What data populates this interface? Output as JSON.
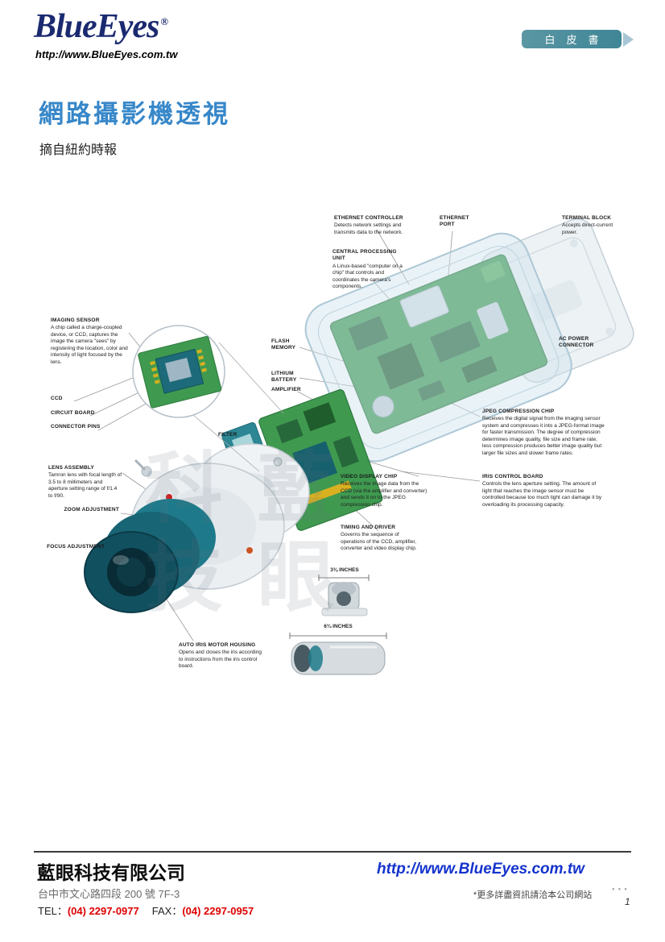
{
  "header": {
    "logo_text": "BlueEyes",
    "trademark_symbol": "®",
    "site_url": "http://www.BlueEyes.com.tw",
    "badge_label": "白皮書"
  },
  "article": {
    "title": "網路攝影機透視",
    "subtitle": "摘自紐約時報",
    "watermark": "藍眼科技"
  },
  "diagram": {
    "annotations": [
      {
        "title": "ETHERNET CONTROLLER",
        "body": "Detects network settings and transmits data to the network."
      },
      {
        "title": "ETHERNET PORT",
        "body": ""
      },
      {
        "title": "TERMINAL BLOCK",
        "body": "Accepts direct-current power."
      },
      {
        "title": "CENTRAL PROCESSING UNIT",
        "body": "A Linux-based \"computer on a chip\" that controls and coordinates the camera's components."
      },
      {
        "title": "AC POWER CONNECTOR",
        "body": ""
      },
      {
        "title": "IMAGING SENSOR",
        "body": "A chip called a charge-coupled device, or CCD, captures the image the camera \"sees\" by registering the location, color and intensity of light focused by the lens."
      },
      {
        "title": "FLASH MEMORY",
        "body": ""
      },
      {
        "title": "LITHIUM BATTERY",
        "body": ""
      },
      {
        "title": "AMPLIFIER",
        "body": ""
      },
      {
        "title": "CCD",
        "body": ""
      },
      {
        "title": "CIRCUIT BOARD",
        "body": ""
      },
      {
        "title": "CONNECTOR PINS",
        "body": ""
      },
      {
        "title": "FILTER",
        "body": ""
      },
      {
        "title": "JPEG COMPRESSION CHIP",
        "body": "Receives the digital signal from the imaging sensor system and compresses it into a JPEG-format image for faster transmission. The degree of compression determines image quality, file size and frame rate; less compression produces better image quality but larger file sizes and slower frame rates."
      },
      {
        "title": "VIDEO DISPLAY CHIP",
        "body": "Receives the image data from the CCD (via the amplifier and converter) and sends it on to the JPEG compression chip."
      },
      {
        "title": "IRIS CONTROL BOARD",
        "body": "Controls the lens aperture setting. The amount of light that reaches the image sensor must be controlled because too much light can damage it by overloading its processing capacity."
      },
      {
        "title": "LENS ASSEMBLY",
        "body": "Tamron lens with focal length of 3.5 to 8 millimeters and aperture setting range of f/1.4 to f/90."
      },
      {
        "title": "ZOOM ADJUSTMENT",
        "body": ""
      },
      {
        "title": "TIMING AND DRIVER",
        "body": "Governs the sequence of operations of the CCD, amplifier, converter and video display chip."
      },
      {
        "title": "FOCUS ADJUSTMENT",
        "body": ""
      },
      {
        "title": "AUTO IRIS MOTOR HOUSING",
        "body": "Opens and closes the iris according to instructions from the iris control board."
      }
    ],
    "dimensions": {
      "width_label": "3⅜ INCHES",
      "length_label": "6¾ INCHES"
    }
  },
  "footer": {
    "company_name": "藍眼科技有限公司",
    "site_url": "http://www.BlueEyes.com.tw",
    "address": "台中市文心路四段 200 號 7F-3",
    "tel_label": "TEL：",
    "tel_number": "(04) 2297-0977",
    "fax_label": "FAX：",
    "fax_number": "(04) 2297-0957",
    "note": "*更多詳盡資訊請洽本公司網站",
    "pager_dots": "●●●",
    "page_number": "1"
  }
}
